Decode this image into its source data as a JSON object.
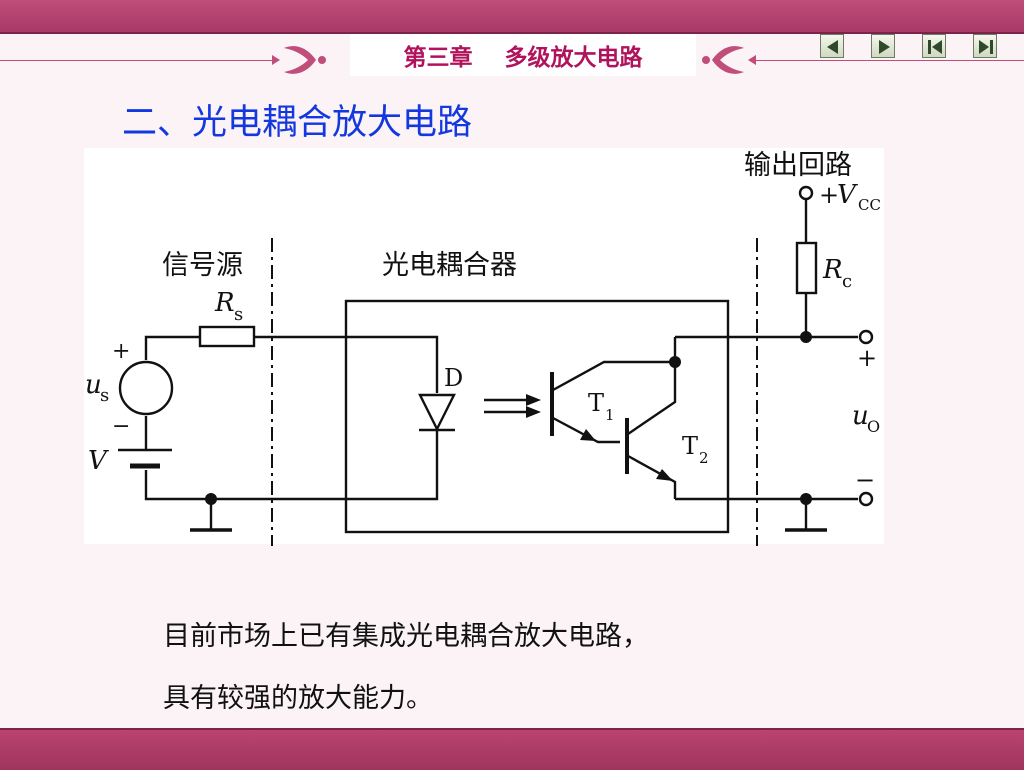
{
  "header": {
    "chapter_title": "第三章    多级放大电路"
  },
  "nav": {
    "prev_label": "previous slide",
    "next_label": "next slide",
    "first_label": "first slide",
    "last_label": "last slide"
  },
  "section": {
    "heading": "二、光电耦合放大电路"
  },
  "diagram": {
    "labels": {
      "output_loop": "输出回路",
      "signal_source": "信号源",
      "coupler": "光电耦合器",
      "vcc_plus": "+",
      "vcc_V": "V",
      "vcc_sub": "CC",
      "rs_R": "R",
      "rs_sub": "s",
      "rc_R": "R",
      "rc_sub": "c",
      "us_u": "u",
      "us_sub": "s",
      "src_plus": "+",
      "src_minus": "−",
      "v_label": "V",
      "diode": "D",
      "t1_T": "T",
      "t1_sub": "1",
      "t2_T": "T",
      "t2_sub": "2",
      "out_plus": "+",
      "uo_u": "u",
      "uo_sub": "O",
      "out_minus": "−"
    }
  },
  "body": {
    "line1": "目前市场上已有集成光电耦合放大电路，",
    "line2": "具有较强的放大能力。"
  },
  "colors": {
    "band": "#b0426f",
    "title_text": "#b0135c",
    "heading_text": "#1438e0"
  }
}
